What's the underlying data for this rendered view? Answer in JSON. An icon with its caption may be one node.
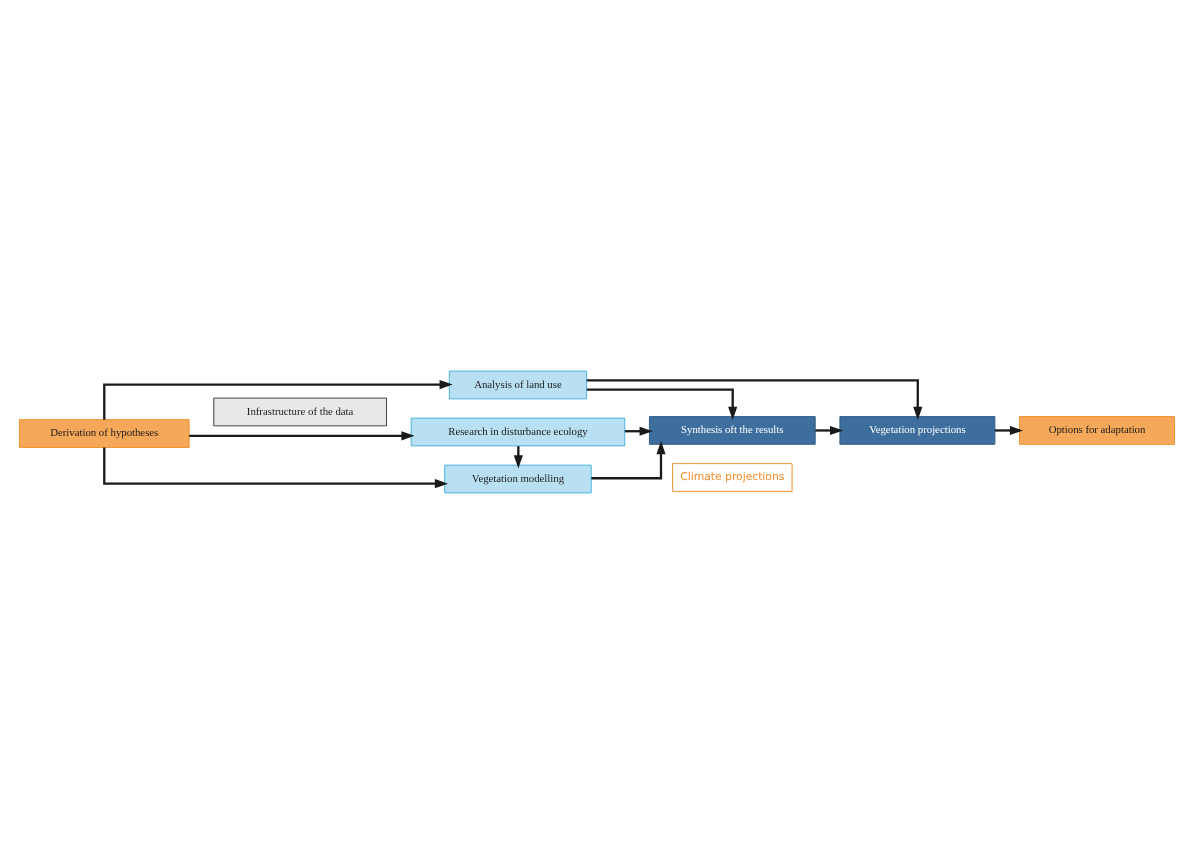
{
  "diagram": {
    "nodes": [
      {
        "text": [
          "Derivation of hypotheses"
        ]
      },
      {
        "text": [
          "Infrastructure of the data"
        ]
      },
      {
        "text": [
          "Vegetation modelling"
        ]
      },
      {
        "text": [
          "Research in disturbance ecology"
        ]
      },
      {
        "text": [
          "Analysis of land use"
        ]
      },
      {
        "text": [
          "Synthesis oft the results"
        ]
      },
      {
        "text": [
          "Climate projections"
        ]
      },
      {
        "text": [
          "Vegetation projections"
        ]
      },
      {
        "text": [
          "Options for adaptation"
        ]
      }
    ],
    "edges": [
      {
        "from": 0,
        "to": 2,
        "arrow": "to"
      },
      {
        "from": 0,
        "to": 3,
        "arrow": "to"
      },
      {
        "from": 0,
        "to": 4,
        "arrow": "to"
      },
      {
        "from": 3,
        "to": 2,
        "arrow": "to"
      },
      {
        "from": 2,
        "to": 5,
        "arrow": "to"
      },
      {
        "from": 3,
        "to": 5,
        "arrow": "to"
      },
      {
        "from": 4,
        "to": 5,
        "arrow": "to"
      },
      {
        "from": 5,
        "to": 7,
        "arrow": "to"
      },
      {
        "from": 4,
        "to": 7,
        "arrow": "to"
      },
      {
        "from": 7,
        "to": 8,
        "arrow": "to"
      }
    ]
  }
}
